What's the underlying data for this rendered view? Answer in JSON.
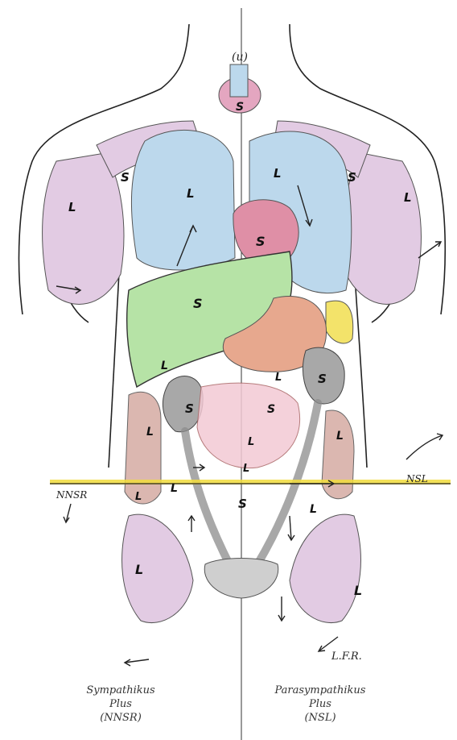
{
  "center_mark": "(u)",
  "organ_labels": {
    "thyroid": "S",
    "shoulder_left": "S",
    "shoulder_right": "S",
    "arm_left": "L",
    "arm_right": "L",
    "lung_left": "L",
    "lung_right": "L",
    "heart": "S",
    "liver": "S",
    "gallbladder": "L",
    "colon_right": "L",
    "kidney_left": "S",
    "kidney_right": "S",
    "small_intestine_upper": "S",
    "small_intestine_lower": "L",
    "colon_left": "L",
    "asc_colon": "L",
    "desc_colon": "L",
    "rectum_left": "L",
    "rectum_right": "L",
    "bladder": "S",
    "pelvis_mid": "L",
    "hip_left": "L",
    "hip_right": "L"
  },
  "annotations": {
    "nns_r": "NNSR",
    "ns_l": "NSL",
    "lfr": "L.F.R."
  },
  "captions": {
    "left": [
      "Sympathikus",
      "Plus",
      "(NNSR)"
    ],
    "right": [
      "Parasympathikus",
      "Plus",
      "(NSL)"
    ]
  },
  "colors": {
    "lung": "#bcd8ec",
    "liver": "#b6e3a6",
    "heart": "#df8fa6",
    "kidney": "#a8a8a8",
    "colon": "#e7a88e",
    "spleen": "#f3e36a",
    "bone": "#e2cbe3",
    "line_yellow": "#f2dc3c",
    "ink": "#222222"
  }
}
